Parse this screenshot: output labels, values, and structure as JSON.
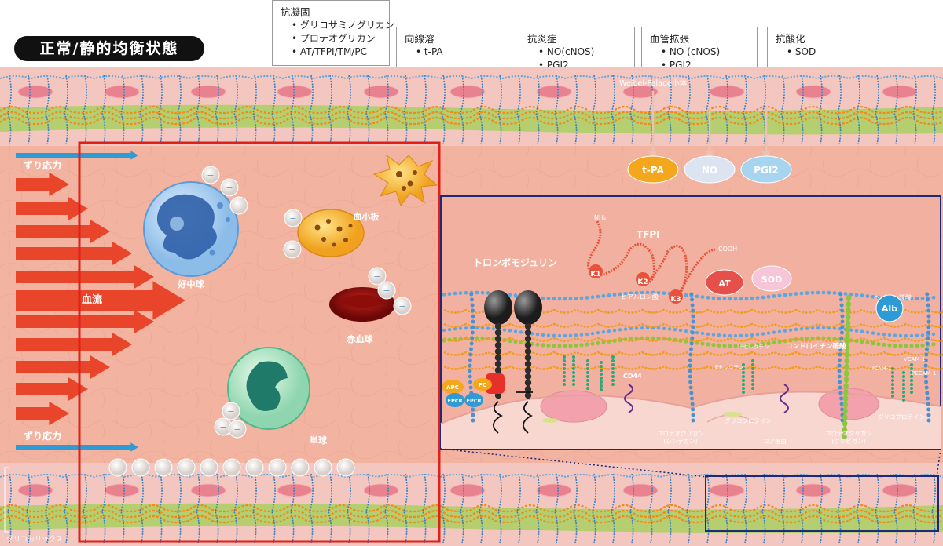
{
  "page_title": "正常/静的均衡状態",
  "function_boxes": [
    {
      "heading": "抗凝固",
      "items": [
        "グリコサミノグリカン",
        "プロテオグリカン",
        "AT/TFPI/TM/PC"
      ]
    },
    {
      "heading": "向線溶",
      "items": [
        "t-PA"
      ]
    },
    {
      "heading": "抗炎症",
      "items": [
        "NO(cNOS)",
        "PGI2"
      ]
    },
    {
      "heading": "血管拡張",
      "items": [
        "NO (cNOS)",
        "PGI2"
      ]
    },
    {
      "heading": "抗酸化",
      "items": [
        "SOD"
      ]
    }
  ],
  "labels": {
    "weibel_palade": "Weibel-Palade小体",
    "tpa": "t-PA",
    "no": "NO",
    "pgi2": "PGI2",
    "shear_stress_top": "ずり応力",
    "shear_stress_bottom": "ずり応力",
    "blood_flow": "血流",
    "neutrophil": "好中球",
    "platelet": "血小板",
    "rbc": "赤血球",
    "monocyte": "単球",
    "glycocalyx": "グリコカリックス",
    "thrombomodulin": "トロンボモジュリン",
    "tfpi": "TFPI",
    "nh2": "NH₂",
    "cooh": "COOH",
    "k1": "K1",
    "k2": "K2",
    "k3": "K3",
    "hyaluronic": "ヒアルロン酸",
    "at": "AT",
    "sod": "SOD",
    "heparan": "ヘパラン硫酸",
    "alb": "Alb",
    "p_selectin": "Pセレクチン",
    "e_selectin": "Eセレクチン",
    "chondroitin": "コンドロイチン硫酸",
    "icam": "ICAM-1",
    "vcam": "VCAM-1",
    "pecam": "PECAM-1",
    "apc": "APC",
    "pc": "PC",
    "epcr1": "EPCR",
    "epcr2": "EPCR",
    "cd44": "CD44",
    "glypican_small": "グリコプロテイン",
    "glycoprotein_right": "グリコプロテイン",
    "syndecan": "プロテオグリカン\n(シンデカン)",
    "core_protein": "コア蛋白",
    "glypican": "プロテオグリカン\n(グリピカン)",
    "minus": "−"
  },
  "colors": {
    "lumen": "#f2b4a0",
    "wall": "#f3c7bf",
    "green_layer": "#a8cf62",
    "red_frame": "#e0201a",
    "navy_frame": "#1d2a7a",
    "arrow_red": "#e8452a",
    "arrow_blue": "#2e9bd6"
  }
}
